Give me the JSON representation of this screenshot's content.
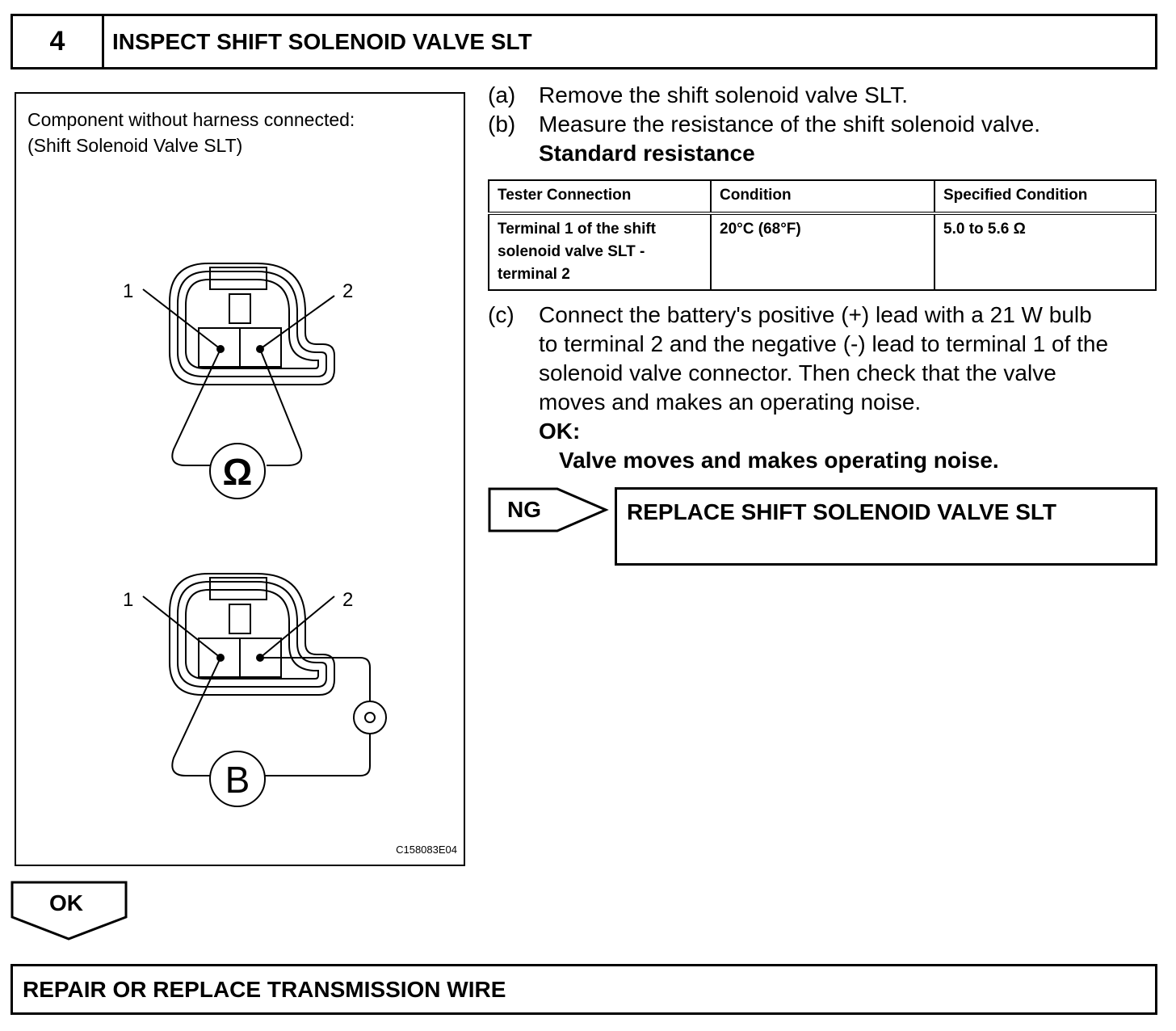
{
  "step": {
    "number": "4",
    "title": "INSPECT SHIFT SOLENOID VALVE SLT"
  },
  "figure": {
    "caption_line1": "Component without harness connected:",
    "caption_line2": "(Shift Solenoid Valve SLT)",
    "terminal_1": "1",
    "terminal_2": "2",
    "ohmmeter_symbol": "Ω",
    "battery_symbol": "B",
    "code": "C158083E04"
  },
  "instructions": {
    "a_label": "(a)",
    "a_text": "Remove the shift solenoid valve SLT.",
    "b_label": "(b)",
    "b_text": "Measure the resistance of the shift solenoid valve.",
    "standard_heading": "Standard resistance",
    "c_label": "(c)",
    "c_lines": [
      "Connect the battery's positive (+) lead with a 21 W bulb",
      "to terminal 2 and the negative (-) lead to terminal 1 of the",
      "solenoid valve connector. Then check that the valve",
      "moves and makes an operating noise."
    ],
    "ok_label": "OK:",
    "ok_text": "Valve moves and makes operating noise."
  },
  "spec_table": {
    "headers": [
      "Tester Connection",
      "Condition",
      "Specified Condition"
    ],
    "rows": [
      {
        "connection_lines": [
          "Terminal 1 of the shift",
          "solenoid valve SLT -",
          "terminal 2"
        ],
        "condition": "20°C (68°F)",
        "specified": "5.0 to 5.6 Ω"
      }
    ]
  },
  "ng": {
    "label": "NG",
    "action": "REPLACE SHIFT SOLENOID VALVE SLT"
  },
  "ok": {
    "label": "OK"
  },
  "final_action": "REPAIR OR REPLACE TRANSMISSION WIRE"
}
